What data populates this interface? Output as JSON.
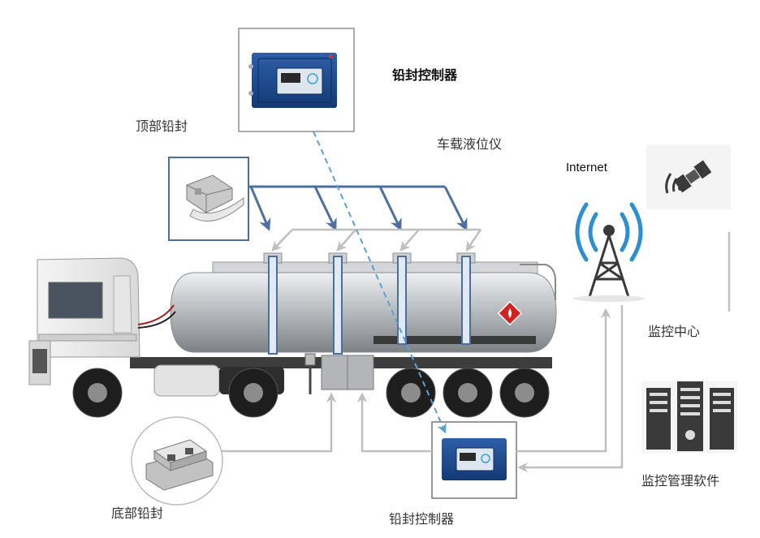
{
  "labels": {
    "controller_top": "铅封控制器",
    "top_seal": "顶部铅封",
    "level_gauge": "车载液位仪",
    "internet": "Internet",
    "monitor_center": "监控中心",
    "management_software": "监控管理软件",
    "bottom_seal": "底部铅封",
    "controller_bottom": "铅封控制器"
  },
  "colors": {
    "seal_link": "#4a6fa0",
    "gauge_link": "#bfbfbf",
    "data_link": "#5aa0d6",
    "device_blue": "#1d4d93",
    "signal_blue": "#2c8fd0",
    "server_dark": "#3a3a3a",
    "tank_silver": "#b9bcc0",
    "probe_blue": "#dfeaf6"
  },
  "icons": [
    "controller-icon",
    "top-seal-icon",
    "bottom-seal-icon",
    "tanker-truck-icon",
    "satellite-icon",
    "cell-tower-icon",
    "server-icon",
    "hazard-placard-icon"
  ]
}
